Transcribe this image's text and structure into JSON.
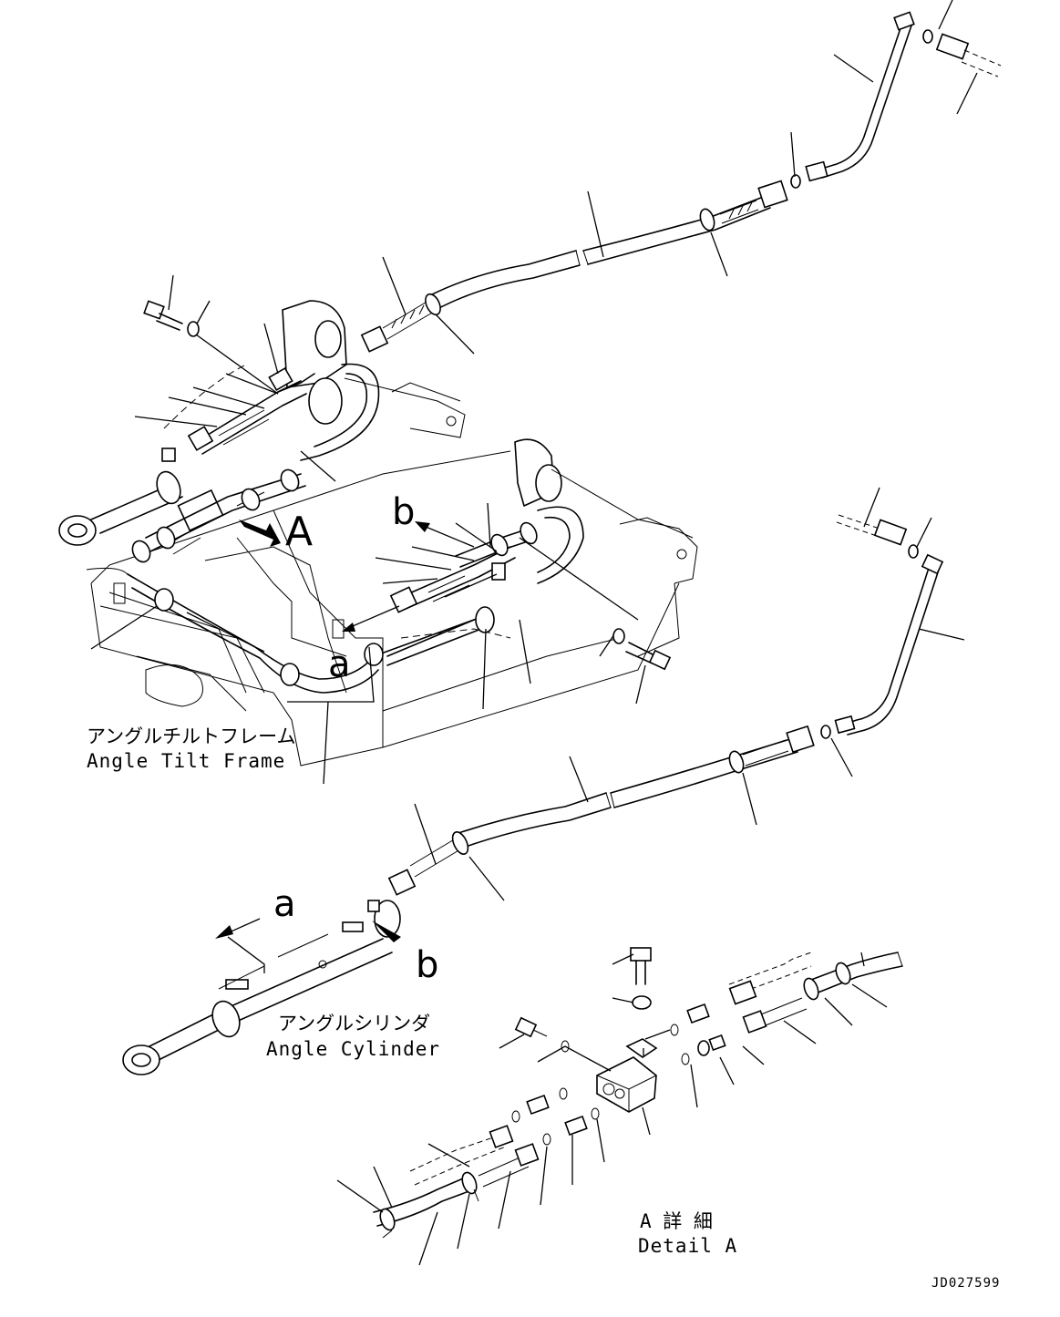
{
  "labels": {
    "frame_jp": "アングルチルトフレーム",
    "frame_en": "Angle Tilt Frame",
    "cyl_jp": "アングルシリンダ",
    "cyl_en": "Angle Cylinder",
    "detail_jp": "A 詳 細",
    "detail_en": "Detail A",
    "callout_A": "A",
    "callout_a1": "a",
    "callout_b1": "b",
    "callout_a2": "a",
    "callout_b2": "b",
    "drawing_no": "JD027599"
  }
}
